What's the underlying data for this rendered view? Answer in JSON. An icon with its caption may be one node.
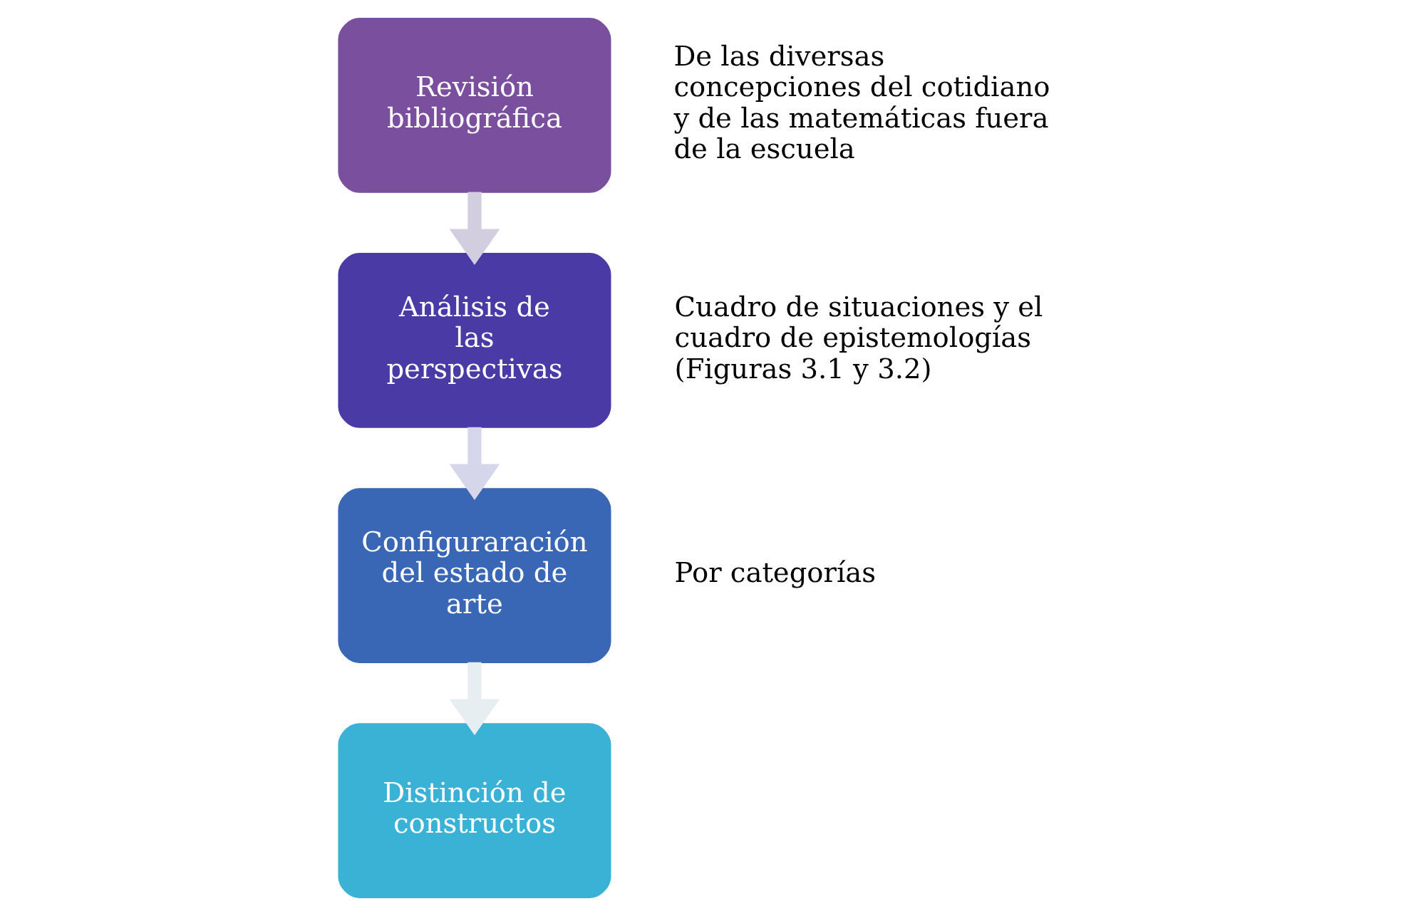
{
  "diagram": {
    "nodes": [
      {
        "text": [
          "Revisión bibliográfica"
        ],
        "beside": [
          "De las diversas concepciones del cotidiano y de las matemáticas fuera de la escuela"
        ]
      },
      {
        "text": [
          "Análisis de las perspectivas"
        ],
        "beside": [
          "Cuadro de situaciones y el cuadro de epistemologías (Figuras 3.1 y 3.2)"
        ]
      },
      {
        "text": [
          "Configuraración del estado de arte"
        ],
        "beside": [
          "Por categorías"
        ]
      },
      {
        "text": [
          "Distinción de constructos"
        ]
      }
    ],
    "edges": [
      {
        "from": 0,
        "to": 1,
        "arrow": "to",
        "color": "#d3cde0"
      },
      {
        "from": 1,
        "to": 2,
        "arrow": "to",
        "color": "#d5d6ea"
      },
      {
        "from": 2,
        "to": 3,
        "arrow": "to",
        "color": "#e6eef2"
      }
    ]
  }
}
